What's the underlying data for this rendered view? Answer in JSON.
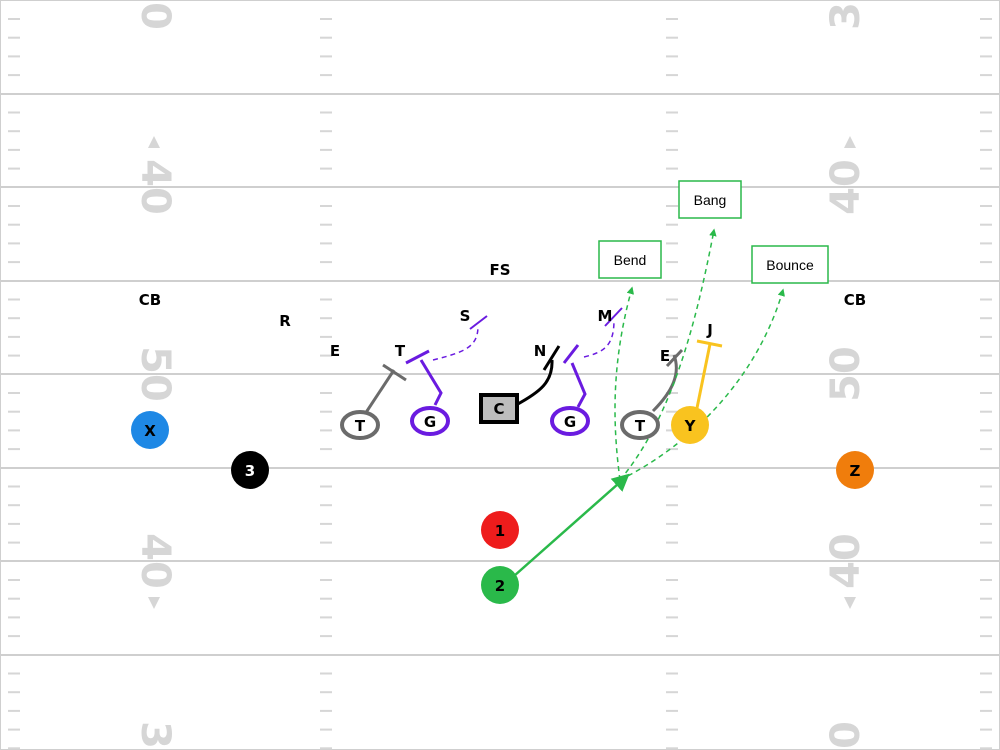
{
  "field": {
    "yard_numbers": {
      "left_top": "0",
      "left_upper": "40",
      "left_mid": "50",
      "left_lower": "40",
      "left_bottom": "3",
      "right_top": "3",
      "right_upper": "40",
      "right_mid": "50",
      "right_lower": "40",
      "right_bottom": "0"
    }
  },
  "defense": {
    "cb_left": "CB",
    "cb_right": "CB",
    "fs": "FS",
    "r": "R",
    "e_left": "E",
    "t_def": "T",
    "s": "S",
    "n": "N",
    "m": "M",
    "e_right": "E",
    "j": "J"
  },
  "offense": {
    "x": {
      "label": "X",
      "color": "#1e88e5"
    },
    "three": {
      "label": "3",
      "color": "#000000"
    },
    "t_left": {
      "label": "T",
      "color": "#666666"
    },
    "g_left": {
      "label": "G",
      "color": "#6a1be0"
    },
    "c": {
      "label": "C",
      "color": "#bdbdbd"
    },
    "g_right": {
      "label": "G",
      "color": "#6a1be0"
    },
    "t_right": {
      "label": "T",
      "color": "#666666"
    },
    "y": {
      "label": "Y",
      "color": "#f9c31f"
    },
    "z": {
      "label": "Z",
      "color": "#f07d0c"
    },
    "one": {
      "label": "1",
      "color": "#ee1c1c"
    },
    "two": {
      "label": "2",
      "color": "#2ab94a"
    }
  },
  "routes": {
    "bend": "Bend",
    "bang": "Bang",
    "bounce": "Bounce",
    "route_color": "#2ab94a"
  }
}
